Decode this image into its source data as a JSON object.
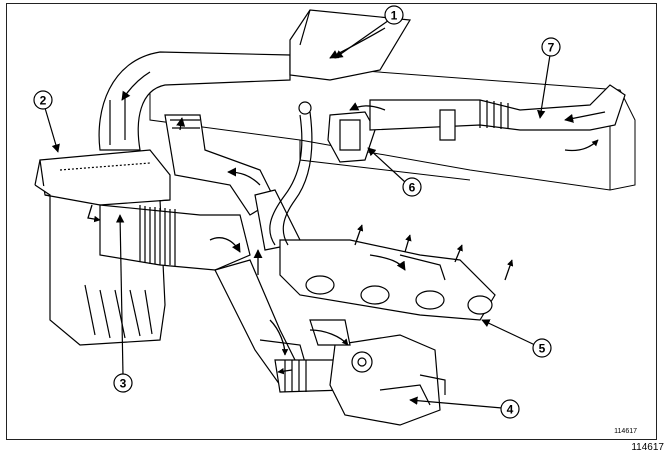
{
  "figure": {
    "reference_inner": "114617",
    "reference_outer": "114617"
  },
  "callouts": [
    {
      "id": "1",
      "label": "1"
    },
    {
      "id": "2",
      "label": "2"
    },
    {
      "id": "3",
      "label": "3"
    },
    {
      "id": "4",
      "label": "4"
    },
    {
      "id": "5",
      "label": "5"
    },
    {
      "id": "6",
      "label": "6"
    },
    {
      "id": "7",
      "label": "7"
    }
  ]
}
